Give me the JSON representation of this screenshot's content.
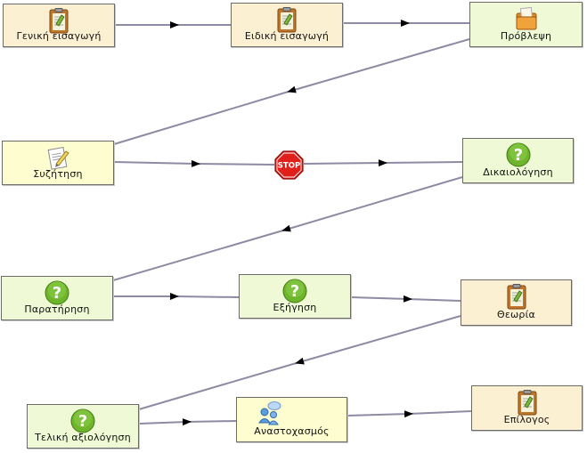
{
  "nodes": {
    "general_intro": {
      "label": "Γενική εισαγωγή",
      "icon": "clipboard-icon"
    },
    "specific_intro": {
      "label": "Ειδική εισαγωγή",
      "icon": "clipboard-icon"
    },
    "prediction": {
      "label": "Πρόβλεψη",
      "icon": "folder-note-icon"
    },
    "discussion": {
      "label": "Συζήτηση",
      "icon": "notepad-pencil-icon"
    },
    "stop": {
      "label": "STOP",
      "icon": "stop-sign-icon"
    },
    "justification": {
      "label": "Δικαιολόγηση",
      "icon": "question-icon"
    },
    "observation": {
      "label": "Παρατήρηση",
      "icon": "question-icon"
    },
    "explanation": {
      "label": "Εξήγηση",
      "icon": "question-icon"
    },
    "theory": {
      "label": "Θεωρία",
      "icon": "clipboard-icon"
    },
    "final_assessment": {
      "label": "Τελική αξιολόγηση",
      "icon": "question-icon"
    },
    "reflection": {
      "label": "Αναστοχασμός",
      "icon": "people-chat-icon"
    },
    "epilogue": {
      "label": "Επίλογος",
      "icon": "clipboard-icon"
    }
  },
  "colors": {
    "connector": "#8e8aa3",
    "arrowhead": "#000000",
    "beige_fill": "#fcf0d2",
    "green_fill": "#f0f9d6",
    "yellow_fill": "#fdfdcf",
    "stop_red": "#e0201a",
    "question_green": "#6fb52c"
  }
}
